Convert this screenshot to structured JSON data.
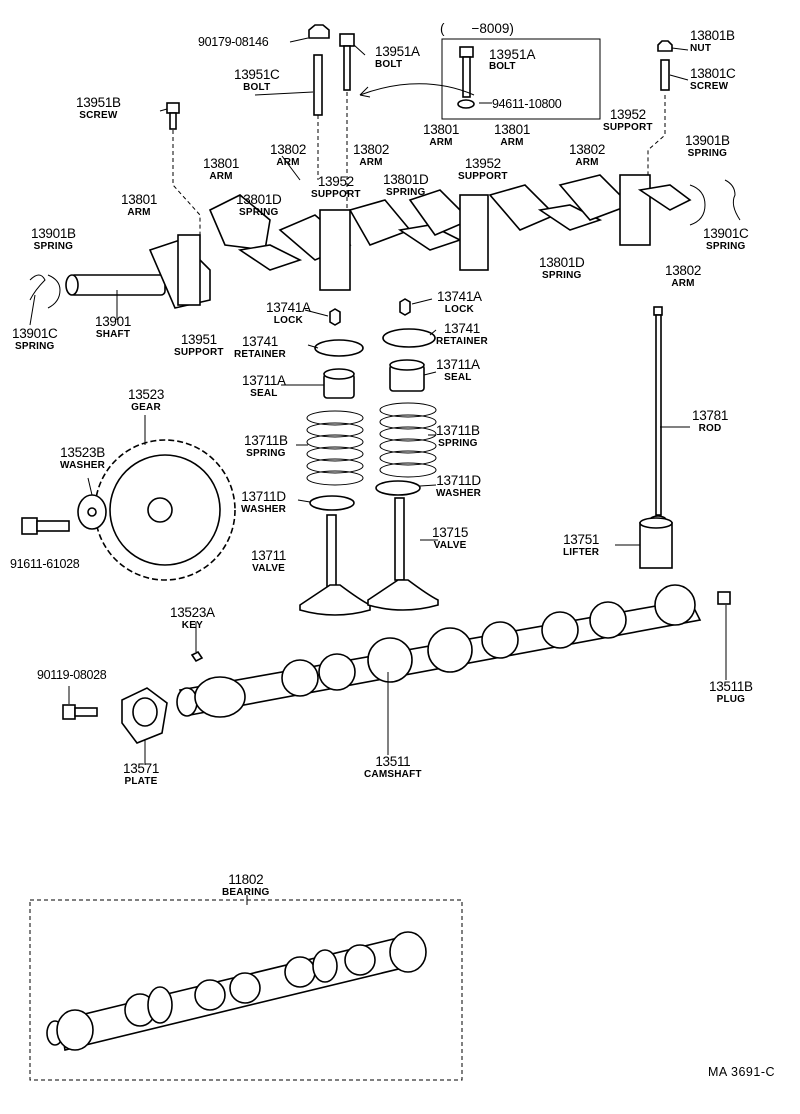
{
  "inset": {
    "range": "(　　−8009)",
    "bolt": {
      "num": "13951A",
      "name": "BOLT"
    },
    "washer_code": "94611-10800"
  },
  "labels": {
    "p90179": "90179-08146",
    "p13951A": {
      "num": "13951A",
      "name": "BOLT"
    },
    "p13951C": {
      "num": "13951C",
      "name": "BOLT"
    },
    "p13951B": {
      "num": "13951B",
      "name": "SCREW"
    },
    "p13801B": {
      "num": "13801B",
      "name": "NUT"
    },
    "p13801C": {
      "num": "13801C",
      "name": "SCREW"
    },
    "p13952_r": {
      "num": "13952",
      "name": "SUPPORT"
    },
    "p13901B_r": {
      "num": "13901B",
      "name": "SPRING"
    },
    "p13802_a": {
      "num": "13802",
      "name": "ARM"
    },
    "p13802_b": {
      "num": "13802",
      "name": "ARM"
    },
    "p13801_a": {
      "num": "13801",
      "name": "ARM"
    },
    "p13801_b": {
      "num": "13801",
      "name": "ARM"
    },
    "p13801_c": {
      "num": "13801",
      "name": "ARM"
    },
    "p13802_c": {
      "num": "13802",
      "name": "ARM"
    },
    "p13801_l": {
      "num": "13801",
      "name": "ARM"
    },
    "p13801D_a": {
      "num": "13801D",
      "name": "SPRING"
    },
    "p13952_a": {
      "num": "13952",
      "name": "SUPPORT"
    },
    "p13801D_b": {
      "num": "13801D",
      "name": "SPRING"
    },
    "p13952_b": {
      "num": "13952",
      "name": "SUPPORT"
    },
    "p13901B_l": {
      "num": "13901B",
      "name": "SPRING"
    },
    "p13901C_r": {
      "num": "13901C",
      "name": "SPRING"
    },
    "p13801D_c": {
      "num": "13801D",
      "name": "SPRING"
    },
    "p13802_d": {
      "num": "13802",
      "name": "ARM"
    },
    "p13901C_l": {
      "num": "13901C",
      "name": "SPRING"
    },
    "p13901": {
      "num": "13901",
      "name": "SHAFT"
    },
    "p13951": {
      "num": "13951",
      "name": "SUPPORT"
    },
    "p13741A_l": {
      "num": "13741A",
      "name": "LOCK"
    },
    "p13741A_r": {
      "num": "13741A",
      "name": "LOCK"
    },
    "p13741_l": {
      "num": "13741",
      "name": "RETAINER"
    },
    "p13741_r": {
      "num": "13741",
      "name": "RETAINER"
    },
    "p13711A_l": {
      "num": "13711A",
      "name": "SEAL"
    },
    "p13711A_r": {
      "num": "13711A",
      "name": "SEAL"
    },
    "p13523": {
      "num": "13523",
      "name": "GEAR"
    },
    "p13781": {
      "num": "13781",
      "name": "ROD"
    },
    "p13523B": {
      "num": "13523B",
      "name": "WASHER"
    },
    "p13711B_l": {
      "num": "13711B",
      "name": "SPRING"
    },
    "p13711B_r": {
      "num": "13711B",
      "name": "SPRING"
    },
    "p13711D_l": {
      "num": "13711D",
      "name": "WASHER"
    },
    "p13711D_r": {
      "num": "13711D",
      "name": "WASHER"
    },
    "p91611": "91611-61028",
    "p13711": {
      "num": "13711",
      "name": "VALVE"
    },
    "p13715": {
      "num": "13715",
      "name": "VALVE"
    },
    "p13751": {
      "num": "13751",
      "name": "LIFTER"
    },
    "p13523A": {
      "num": "13523A",
      "name": "KEY"
    },
    "p90119": "90119-08028",
    "p13511B": {
      "num": "13511B",
      "name": "PLUG"
    },
    "p13571": {
      "num": "13571",
      "name": "PLATE"
    },
    "p13511": {
      "num": "13511",
      "name": "CAMSHAFT"
    },
    "p11802": {
      "num": "11802",
      "name": "BEARING"
    }
  },
  "code": "MA  3691-C"
}
